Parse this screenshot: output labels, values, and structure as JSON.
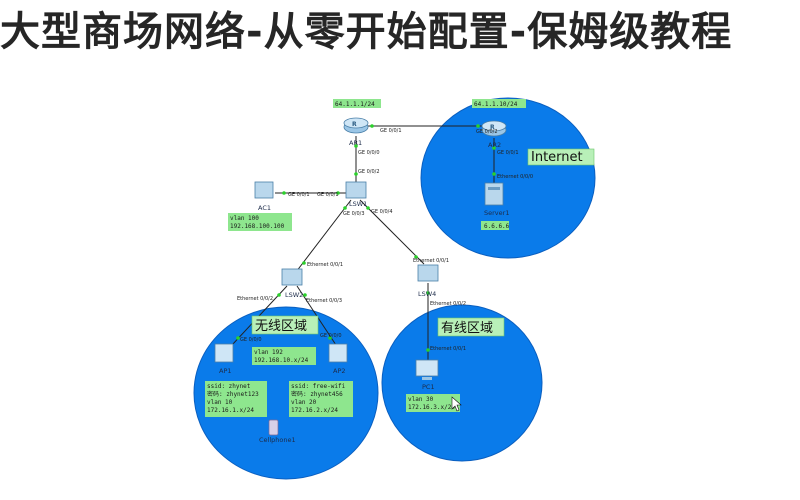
{
  "title": "大型商场网络-从零开始配置-保姆级教程",
  "zones": {
    "internet": "Internet",
    "wireless": "无线区域",
    "wired": "有线区域"
  },
  "devices": {
    "ar1": "AR1",
    "ar2": "AR2",
    "lsw1": "LSW1",
    "lsw2": "LSW2",
    "lsw4": "LSW4",
    "ac1": "AC1",
    "server1": "Server1",
    "ap1": "AP1",
    "ap2": "AP2",
    "pc1": "PC1",
    "cellphone1": "Cellphone1"
  },
  "notes": {
    "ar1_ip": "64.1.1.1/24",
    "ar2_ip": "64.1.1.10/24",
    "server_ip": "6.6.6.6",
    "ac_vlan": [
      "vlan 100",
      "192.168.100.100"
    ],
    "ap_vlan": [
      "vlan 192",
      "192.168.10.x/24"
    ],
    "ssid_a": [
      "ssid: zhynet",
      "密码: zhynet123",
      "vlan 10",
      "172.16.1.x/24"
    ],
    "ssid_b": [
      "ssid: free-wifi",
      "密码: zhynet456",
      "vlan 20",
      "172.16.2.x/24"
    ],
    "pc_vlan": [
      "vlan 30",
      "172.16.3.x/24"
    ]
  },
  "ports": {
    "ar1_ar2": "GE 0/0/1",
    "ar2_ar1": "GE 0/0/2",
    "ar1_down": "GE 0/0/0",
    "lsw1_up": "GE 0/0/2",
    "lsw1_ac": "GE 0/0/1",
    "ac_lsw1": "GE 0/0/1",
    "lsw1_lsw2": "GE 0/0/3",
    "lsw1_lsw4": "GE 0/0/4",
    "ar2_server": "GE 0/0/1",
    "server_port": "Ethernet 0/0/0",
    "lsw2_up": "Ethernet 0/0/1",
    "lsw2_ap1": "Ethernet 0/0/2",
    "lsw2_ap2": "Ethernet 0/0/3",
    "lsw4_up": "Ethernet 0/0/1",
    "lsw4_pc": "Ethernet 0/0/2",
    "ap1_port": "GE 0/0/0",
    "ap2_port": "GE 0/0/0",
    "pc_port": "Ethernet 0/0/1"
  },
  "colors": {
    "zone_fill": "#0a7bea",
    "zone_stroke": "#0a5fc0",
    "note_fill": "#8ee68e",
    "link": "#222222"
  }
}
